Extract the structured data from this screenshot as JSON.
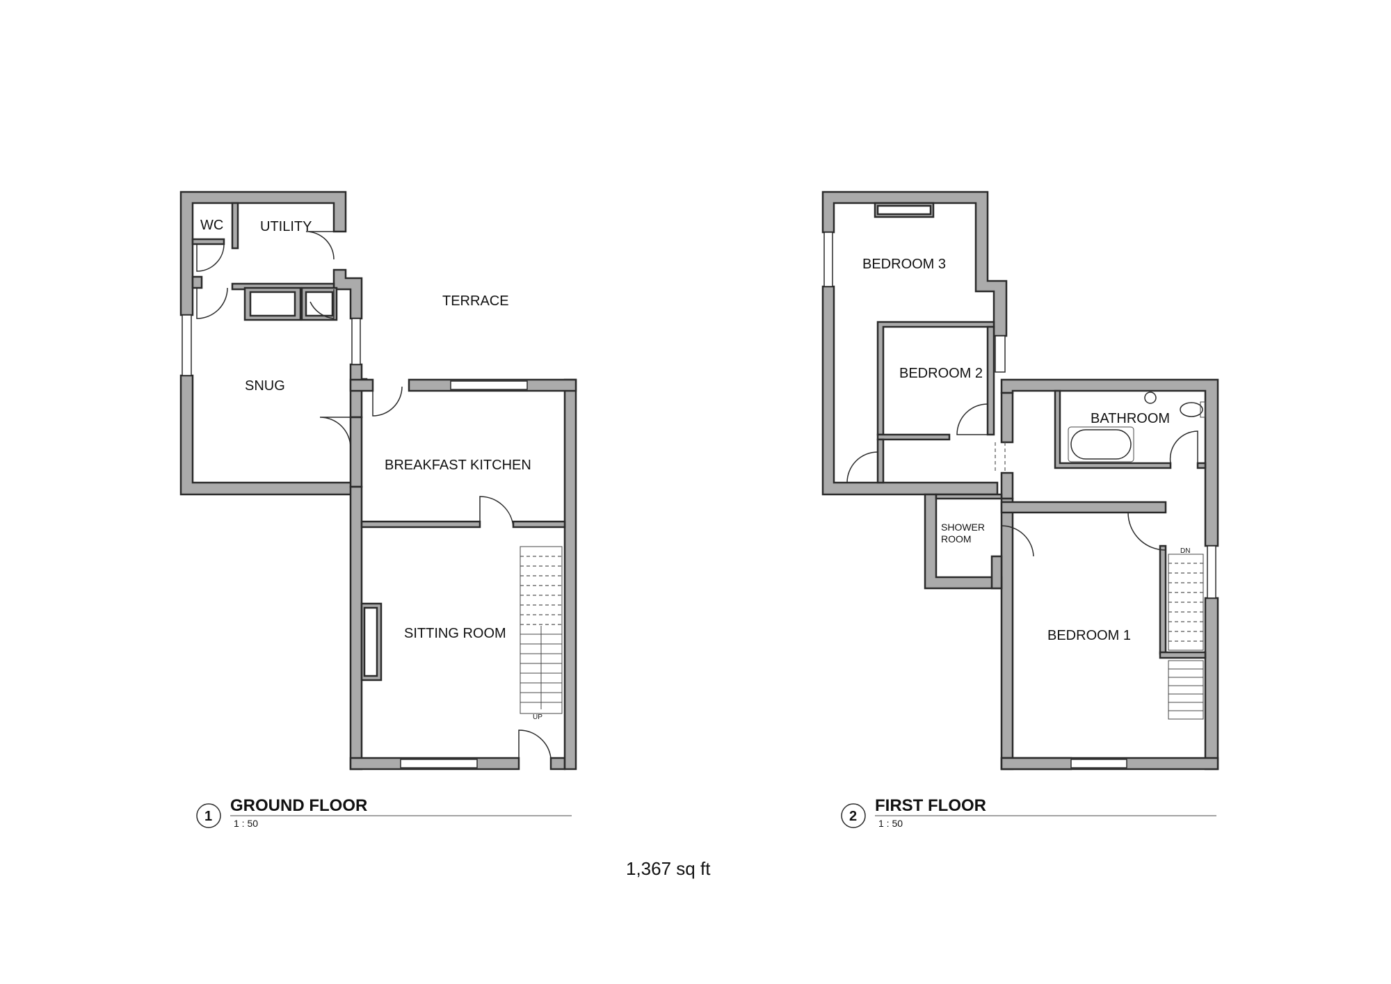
{
  "ground_floor": {
    "rooms": {
      "wc": "WC",
      "utility": "UTILITY",
      "terrace": "TERRACE",
      "snug": "SNUG",
      "breakfast_kitchen": "BREAKFAST KITCHEN",
      "sitting_room": "SITTING ROOM"
    },
    "stair_label": "UP",
    "title": {
      "number": "1",
      "name": "GROUND FLOOR",
      "scale": "1 : 50"
    }
  },
  "first_floor": {
    "rooms": {
      "bedroom_3": "BEDROOM 3",
      "bedroom_2": "BEDROOM 2",
      "bathroom": "BATHROOM",
      "shower_room_line1": "SHOWER",
      "shower_room_line2": "ROOM",
      "bedroom_1": "BEDROOM 1"
    },
    "stair_label": "DN",
    "title": {
      "number": "2",
      "name": "FIRST FLOOR",
      "scale": "1 : 50"
    }
  },
  "total_area": "1,367 sq ft"
}
